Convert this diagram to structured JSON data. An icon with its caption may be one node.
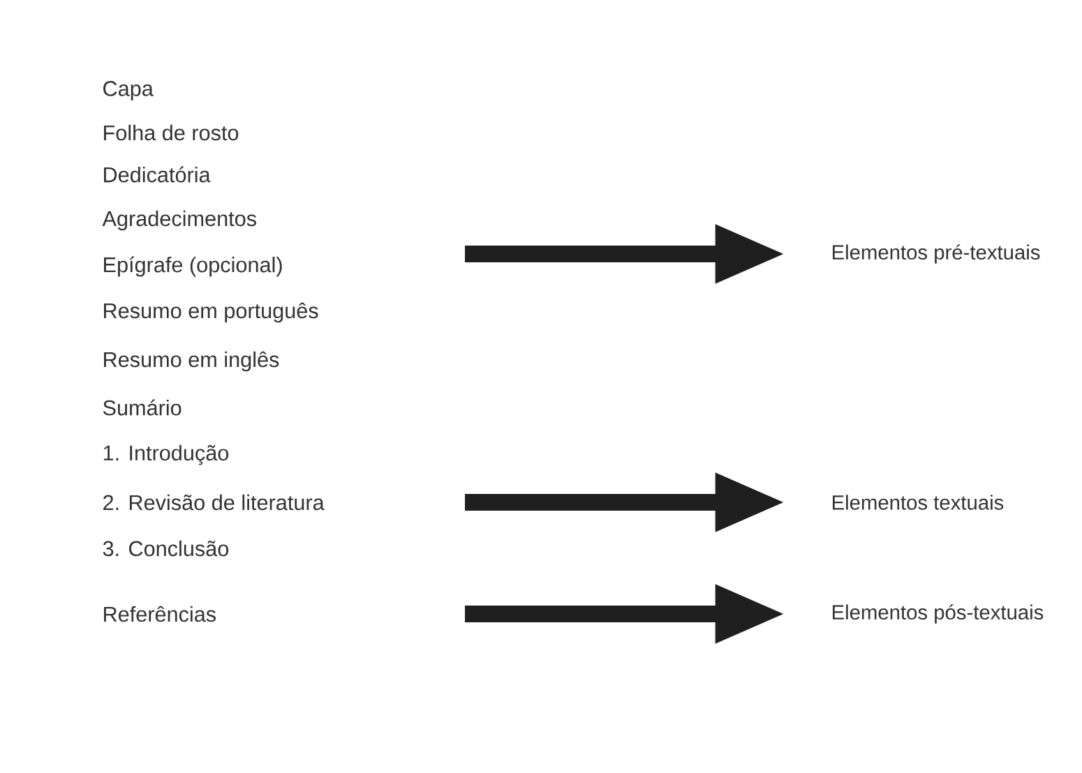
{
  "diagram": {
    "nodes": [
      {
        "text": [
          "Elementos pré-textuais"
        ]
      },
      {
        "text": [
          "Elementos textuais"
        ]
      },
      {
        "text": [
          "Elementos pós-textuais"
        ]
      }
    ],
    "edges": [
      {
        "from": null,
        "to": 0,
        "arrow": "to"
      },
      {
        "from": null,
        "to": 1,
        "arrow": "to"
      },
      {
        "from": null,
        "to": 2,
        "arrow": "to"
      }
    ],
    "labels": [
      "Capa",
      "Folha de rosto",
      "Dedicatória",
      "Agradecimentos",
      "Epígrafe (opcional)",
      "Resumo em português",
      "Resumo em inglês",
      "Sumário",
      "1. Introdução",
      "2. Revisão de literatura",
      "3. Conclusão",
      "Referências"
    ]
  }
}
